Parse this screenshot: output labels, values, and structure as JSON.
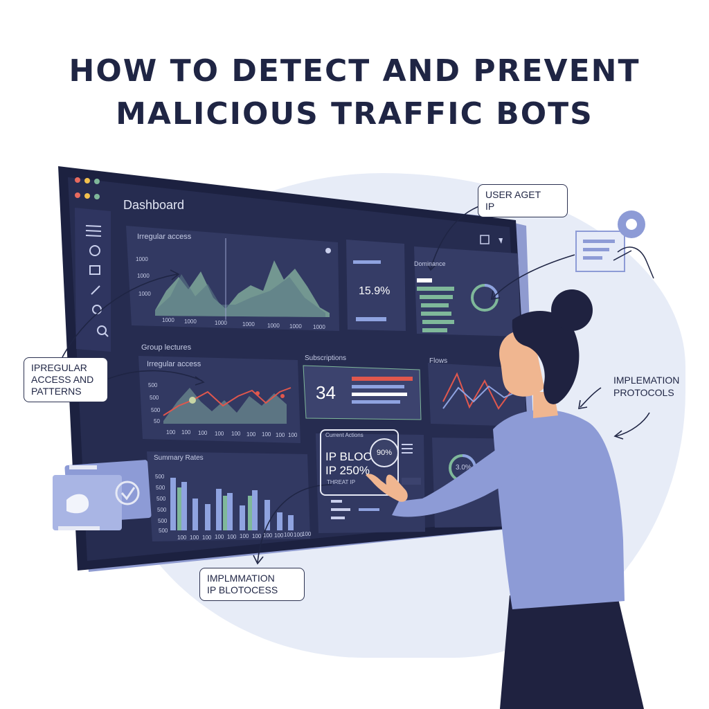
{
  "title": {
    "line1": "HOW TO DETECT AND PREVENT",
    "line2": "MALICIOUS TRAFFIC BOTS"
  },
  "dashboard": {
    "window_title": "Dashboard",
    "panel_top_left": {
      "title": "Irregular access",
      "y_ticks": [
        "1000",
        "1000",
        "1000"
      ],
      "x_ticks": [
        "1000",
        "1000",
        "1000",
        "1000",
        "1000",
        "1000",
        "1000"
      ]
    },
    "panel_stat": {
      "value": "15.9%"
    },
    "panel_bars_top": {
      "title": "Dominance"
    },
    "section_label": "Group lectures",
    "panel_mid_left": {
      "title": "Irregular access",
      "y_ticks": [
        "500",
        "500",
        "500",
        "50"
      ],
      "x_ticks": [
        "100",
        "100",
        "100",
        "100",
        "100",
        "100",
        "100",
        "100",
        "100"
      ]
    },
    "panel_mid_center": {
      "title": "Subscriptions",
      "value": "34"
    },
    "panel_mid_right": {
      "title": "Flows"
    },
    "panel_bottom_left": {
      "title": "Summary Rates",
      "y_ticks": [
        "500",
        "500",
        "500",
        "500",
        "500",
        "500"
      ],
      "x_ticks": [
        "100",
        "100",
        "100",
        "100",
        "100",
        "100",
        "100",
        "100",
        "100",
        "100",
        "100",
        "100"
      ]
    },
    "ip_card": {
      "header": "Current Actions",
      "line1": "IP BLOCT",
      "line2": "IP 250%",
      "line3": "THREAT IP",
      "badge": "90%"
    },
    "gauge_right": {
      "value": "3.0%"
    }
  },
  "callouts": {
    "user_agent": {
      "line1": "USER AGET",
      "line2": "IP"
    },
    "irregular": {
      "line1": "IPREGULAR",
      "line2": "ACCESS AND",
      "line3": "PATTERNS"
    },
    "implementation_protocols": {
      "line1": "IMPLEMATION",
      "line2": "PROTOCOLS"
    },
    "ip_block": {
      "line1": "IMPLMMATION",
      "line2": "IP BLOTOCESS"
    }
  },
  "colors": {
    "title": "#1f2544",
    "screen_bg": "#2b3156",
    "panel_bg": "#353c66",
    "accent_green": "#7fb89a",
    "accent_red": "#e0574d",
    "accent_blue": "#8fa3e0",
    "shirt": "#8d9bd6",
    "hair": "#1f2240"
  },
  "icons": [
    "menu-icon",
    "refresh-icon",
    "edit-icon",
    "pencil-icon",
    "settings-icon",
    "search-icon",
    "gear-icon",
    "checkmark-icon",
    "hand-pointer-icon"
  ]
}
